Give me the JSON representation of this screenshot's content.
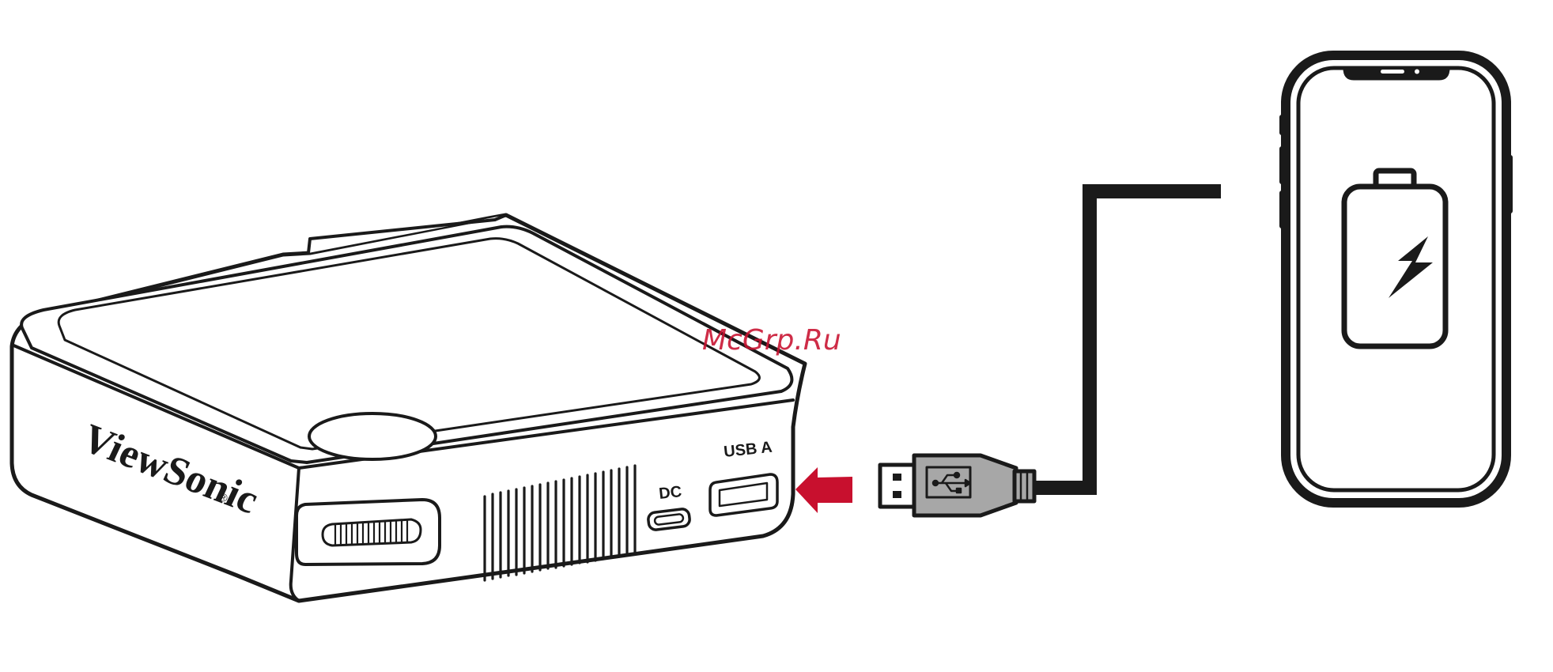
{
  "projector": {
    "brand": "ViewSonic",
    "registered_mark": "®",
    "port_dc_label": "DC",
    "port_usb_label": "USB A"
  },
  "watermark": {
    "text": "McGrp.Ru"
  },
  "icons": {
    "device": "projector-icon",
    "arrow": "insert-arrow-icon",
    "plug": "usb-plug-icon",
    "usb_symbol": "usb-symbol-icon",
    "phone": "smartphone-icon",
    "battery": "battery-charging-icon"
  },
  "colors": {
    "stroke": "#1a1a1a",
    "arrow": "#c8102e",
    "watermark": "#c8102e",
    "plug_body": "#a7a7a7"
  }
}
